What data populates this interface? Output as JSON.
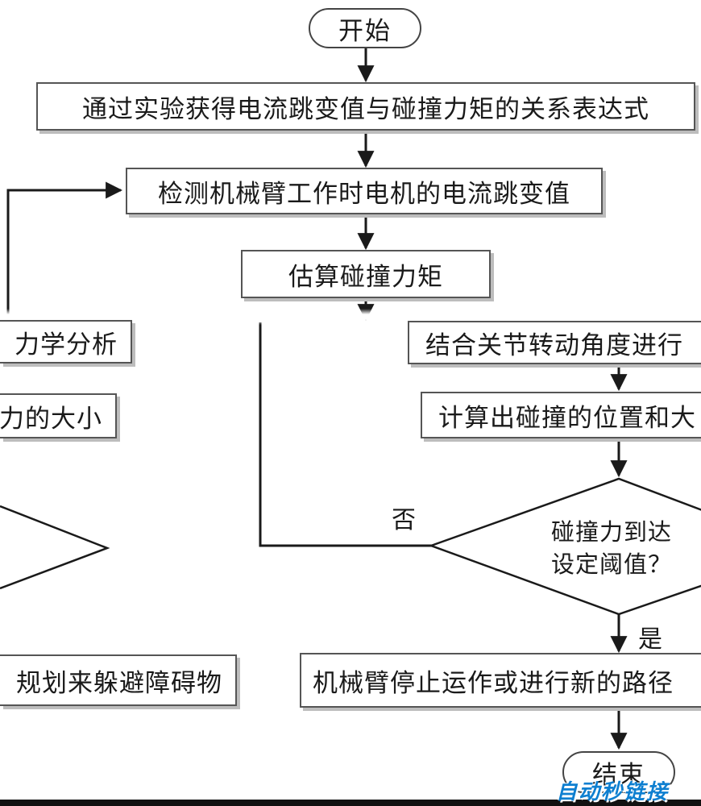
{
  "nodes": {
    "start": "开始",
    "step1": "通过实验获得电流跳变值与碰撞力矩的关系表达式",
    "step2": "检测机械臂工作时电机的电流跳变值",
    "step3": "估算碰撞力矩",
    "left_a": "力学分析",
    "left_b": "力的大小",
    "left_c": "规划来躲避障碍物",
    "right_a": "结合关节转动角度进行",
    "right_b": "计算出碰撞的位置和大",
    "decision_line1": "碰撞力到达",
    "decision_line2": "设定阈值？",
    "no_label": "否",
    "yes_label": "是",
    "stop": "机械臂停止运作或进行新的路径",
    "end": "结束"
  },
  "watermark": "自动秒链接"
}
